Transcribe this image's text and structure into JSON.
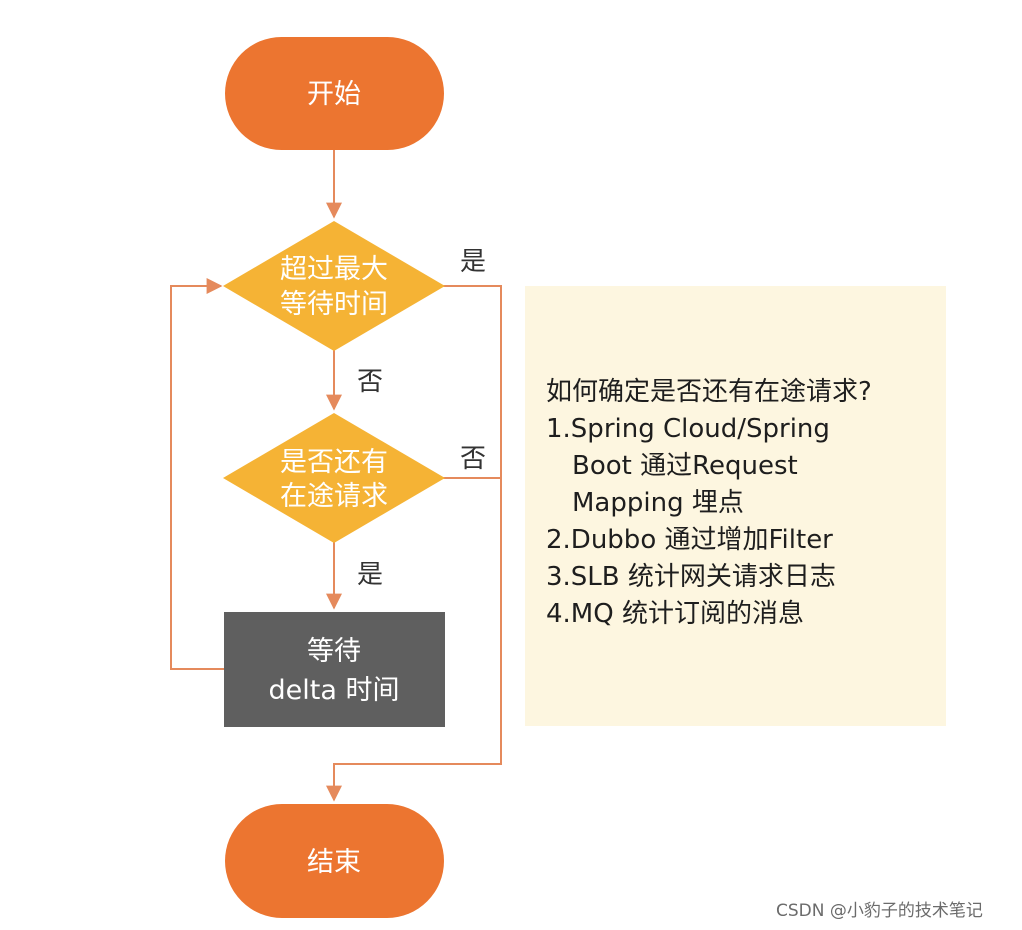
{
  "nodes": {
    "start": {
      "label": "开始"
    },
    "decision_max_wait": {
      "line1": "超过最大",
      "line2": "等待时间"
    },
    "decision_in_flight": {
      "line1": "是否还有",
      "line2": "在途请求"
    },
    "wait_delta": {
      "line1": "等待",
      "line2": "delta 时间"
    },
    "end": {
      "label": "结束"
    }
  },
  "edge_labels": {
    "max_wait_yes": "是",
    "max_wait_no": "否",
    "in_flight_no": "否",
    "in_flight_yes": "是"
  },
  "note": {
    "question": "如何确定是否还有在途请求?",
    "items": [
      {
        "line1": "1.Spring Cloud/Spring",
        "line2": "Boot 通过Request",
        "line3": "Mapping 埋点"
      },
      {
        "line1": "2.Dubbo 通过增加Filter"
      },
      {
        "line1": "3.SLB 统计网关请求日志"
      },
      {
        "line1": "4.MQ 统计订阅的消息"
      }
    ]
  },
  "watermark": "CSDN @小豹子的技术笔记",
  "colors": {
    "terminal": "#ec7530",
    "decision": "#f5b335",
    "process": "#5f5f5f",
    "connector": "#e58a5c",
    "note_bg": "#fdf6e0"
  }
}
